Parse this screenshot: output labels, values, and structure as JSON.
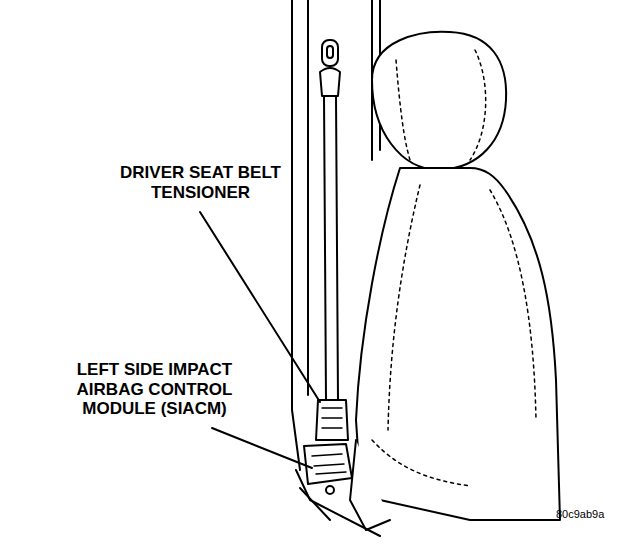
{
  "diagram": {
    "labels": [
      "DRIVER SEAT BELT TENSIONER",
      "LEFT SIDE IMPACT AIRBAG CONTROL MODULE (SIACM)",
      "80c9ab9a"
    ]
  }
}
